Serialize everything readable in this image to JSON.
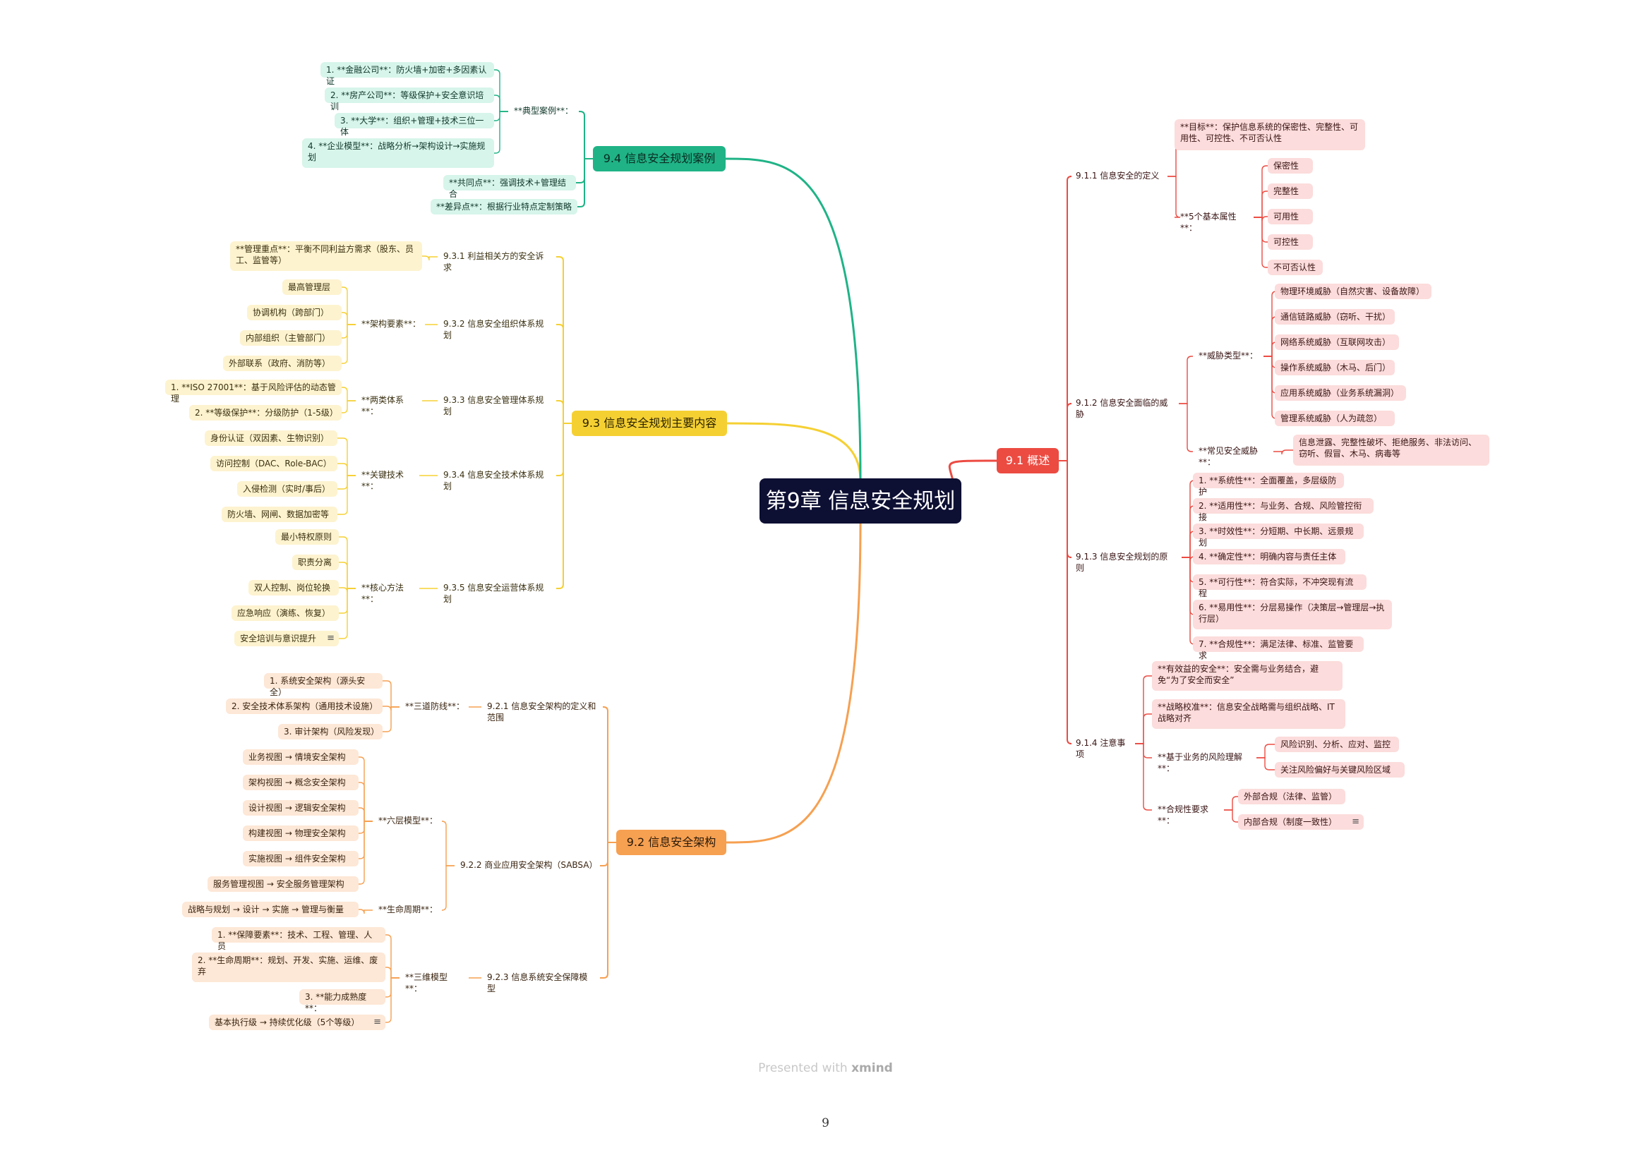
{
  "central": "第9章 信息安全规划",
  "footer": {
    "presented": "Presented with",
    "brand": "xmind"
  },
  "page_number": "9",
  "colors": {
    "red": "#ec4b42",
    "orange": "#f6a051",
    "yellow": "#f5d033",
    "green": "#1fb386"
  },
  "note_icon": "≡",
  "branches": {
    "s91": {
      "label": "9.1 概述",
      "c1": {
        "label": "9.1.1 信息安全的定义",
        "goal": "**目标**：保护信息系统的保密性、完整性、可用性、可控性、不可否认性",
        "attr": "**5个基本属性**：",
        "attrs": [
          "保密性",
          "完整性",
          "可用性",
          "可控性",
          "不可否认性"
        ]
      },
      "c2": {
        "label": "9.1.2 信息安全面临的威胁",
        "types": "**威胁类型**：",
        "typeItems": [
          "物理环境威胁（自然灾害、设备故障）",
          "通信链路威胁（窃听、干扰）",
          "网络系统威胁（互联网攻击）",
          "操作系统威胁（木马、后门）",
          "应用系统威胁（业务系统漏洞）",
          "管理系统威胁（人为疏忽）"
        ],
        "common": "**常见安全威胁**：",
        "commonItem": "信息泄露、完整性破坏、拒绝服务、非法访问、窃听、假冒、木马、病毒等"
      },
      "c3": {
        "label": "9.1.3 信息安全规划的原则",
        "items": [
          "1. **系统性**：全面覆盖，多层级防护",
          "2. **适用性**：与业务、合规、风险管控衔接",
          "3. **时效性**：分短期、中长期、远景规划",
          "4. **确定性**：明确内容与责任主体",
          "5. **可行性**：符合实际，不冲突现有流程",
          "6. **易用性**：分层易操作（决策层→管理层→执行层）",
          "7. **合规性**：满足法律、标准、监管要求"
        ]
      },
      "c4": {
        "label": "9.1.4 注意事项",
        "e1": "**有效益的安全**：安全需与业务结合，避免“为了安全而安全”",
        "e2": "**战略校准**：信息安全战略需与组织战略、IT战略对齐",
        "risk": "**基于业务的风险理解**：",
        "riskItems": [
          "风险识别、分析、应对、监控",
          "关注风险偏好与关键风险区域"
        ],
        "comp": "**合规性要求**：",
        "compItems": [
          "外部合规（法律、监管）",
          "内部合规（制度一致性）"
        ]
      }
    },
    "s92": {
      "label": "9.2 信息安全架构",
      "c1": {
        "label": "9.2.1 信息安全架构的定义和范围",
        "sub": "**三道防线**：",
        "items": [
          "1. 系统安全架构（源头安全）",
          "2. 安全技术体系架构（通用技术设施）",
          "3. 审计架构（风险发现）"
        ]
      },
      "c2": {
        "label": "9.2.2 商业应用安全架构（SABSA）",
        "sub": "**六层模型**：",
        "items": [
          "业务视图 → 情境安全架构",
          "架构视图 → 概念安全架构",
          "设计视图 → 逻辑安全架构",
          "构建视图 → 物理安全架构",
          "实施视图 → 组件安全架构",
          "服务管理视图 → 安全服务管理架构"
        ],
        "sub2": "**生命周期**：",
        "items2": [
          "战略与规划 → 设计 → 实施 → 管理与衡量"
        ]
      },
      "c3": {
        "label": "9.2.3 信息系统安全保障模型",
        "sub": "**三维模型**：",
        "items": [
          "1. **保障要素**：技术、工程、管理、人员",
          "2. **生命周期**：规划、开发、实施、运维、废弃",
          "3. **能力成熟度**：",
          "基本执行级 → 持续优化级（5个等级）"
        ]
      }
    },
    "s93": {
      "label": "9.3 信息安全规划主要内容",
      "c1": {
        "label": "9.3.1 利益相关方的安全诉求",
        "items": [
          "**管理重点**：平衡不同利益方需求（股东、员工、监管等）"
        ]
      },
      "c2": {
        "label": "9.3.2 信息安全组织体系规划",
        "sub": "**架构要素**：",
        "items": [
          "最高管理层",
          "协调机构（跨部门）",
          "内部组织（主管部门）",
          "外部联系（政府、消防等）"
        ]
      },
      "c3": {
        "label": "9.3.3 信息安全管理体系规划",
        "sub": "**两类体系**：",
        "items": [
          "1. **ISO 27001**：基于风险评估的动态管理",
          "2. **等级保护**：分级防护（1-5级）"
        ]
      },
      "c4": {
        "label": "9.3.4 信息安全技术体系规划",
        "sub": "**关键技术**：",
        "items": [
          "身份认证（双因素、生物识别）",
          "访问控制（DAC、Role-BAC）",
          "入侵检测（实时/事后）",
          "防火墙、网闸、数据加密等"
        ]
      },
      "c5": {
        "label": "9.3.5 信息安全运营体系规划",
        "sub": "**核心方法**：",
        "items": [
          "最小特权原则",
          "职责分离",
          "双人控制、岗位轮换",
          "应急响应（演练、恢复）",
          "安全培训与意识提升"
        ]
      }
    },
    "s94": {
      "label": "9.4 信息安全规划案例",
      "typical": "**典型案例**：",
      "cases": [
        "1. **金融公司**：防火墙+加密+多因素认证",
        "2. **房产公司**：等级保护+安全意识培训",
        "3. **大学**：组织+管理+技术三位一体",
        "4. **企业模型**：战略分析→架构设计→实施规划"
      ],
      "common": "**共同点**：强调技术+管理结合",
      "diff": "**差异点**：根据行业特点定制策略"
    }
  }
}
